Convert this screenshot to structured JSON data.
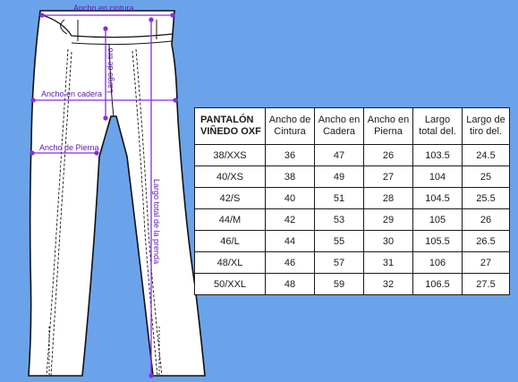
{
  "illustration": {
    "labels": {
      "waist": "Ancho en cintura",
      "rise": "Largo de tiro",
      "hip": "Ancho en cadera",
      "leg": "Ancho de Pierna",
      "total_length": "Largo total de la prenda"
    },
    "colors": {
      "measure_line": "#8a2be2",
      "label_text": "#5b1aa6",
      "garment_fill": "#ffffff",
      "garment_outline": "#111111",
      "background": "#6aa3ea"
    }
  },
  "table": {
    "title_line1": "PANTALÓN",
    "title_line2": "VIÑEDO OXF",
    "headers": [
      {
        "line1": "Ancho de",
        "line2": "Cintura"
      },
      {
        "line1": "Ancho en",
        "line2": "Cadera"
      },
      {
        "line1": "Ancho en",
        "line2": "Pierna"
      },
      {
        "line1": "Largo",
        "line2": "total del."
      },
      {
        "line1": "Largo de",
        "line2": "tiro del."
      }
    ],
    "rows": [
      {
        "size": "38/XXS",
        "values": [
          "36",
          "47",
          "26",
          "103.5",
          "24.5"
        ]
      },
      {
        "size": "40/XS",
        "values": [
          "38",
          "49",
          "27",
          "104",
          "25"
        ]
      },
      {
        "size": "42/S",
        "values": [
          "40",
          "51",
          "28",
          "104.5",
          "25.5"
        ]
      },
      {
        "size": "44/M",
        "values": [
          "42",
          "53",
          "29",
          "105",
          "26"
        ]
      },
      {
        "size": "46/L",
        "values": [
          "44",
          "55",
          "30",
          "105.5",
          "26.5"
        ]
      },
      {
        "size": "48/XL",
        "values": [
          "46",
          "57",
          "31",
          "106",
          "27"
        ]
      },
      {
        "size": "50/XXL",
        "values": [
          "48",
          "59",
          "32",
          "106.5",
          "27.5"
        ]
      }
    ]
  }
}
